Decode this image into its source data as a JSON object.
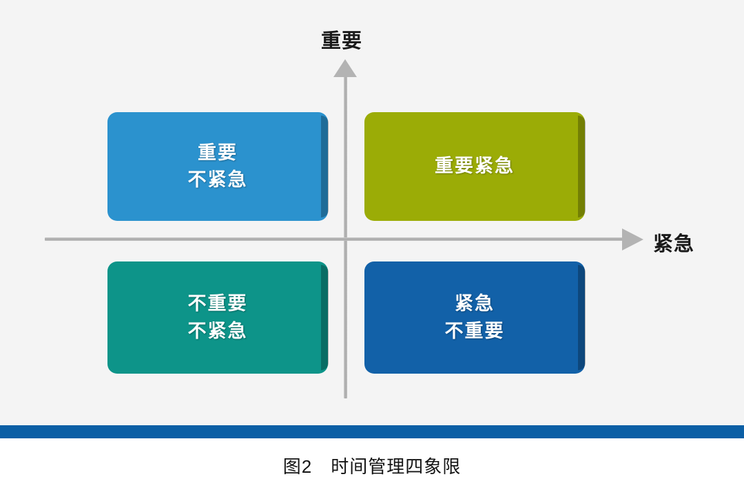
{
  "figure": {
    "caption": "图2　时间管理四象限",
    "background_color": "#f4f4f4",
    "accent_band_color": "#0b5fa5"
  },
  "axes": {
    "vertical": {
      "label": "重要",
      "direction": "up",
      "color": "#b3b3b3"
    },
    "horizontal": {
      "label": "紧急",
      "direction": "right",
      "color": "#b3b3b3"
    }
  },
  "chart_data": {
    "type": "diagram",
    "title": "图2　时间管理四象限",
    "xlabel": "紧急",
    "ylabel": "重要",
    "quadrants": [
      {
        "position": "top-left",
        "lines": [
          "重要",
          "不紧急"
        ],
        "line1": "重要",
        "line2": "不紧急",
        "color": "#2b92ce",
        "urgent": false,
        "important": true
      },
      {
        "position": "top-right",
        "lines": [
          "重要紧急"
        ],
        "line1": "重要紧急",
        "line2": "",
        "color": "#9bac06",
        "urgent": true,
        "important": true
      },
      {
        "position": "bottom-left",
        "lines": [
          "不重要",
          "不紧急"
        ],
        "line1": "不重要",
        "line2": "不紧急",
        "color": "#0d9489",
        "urgent": false,
        "important": false
      },
      {
        "position": "bottom-right",
        "lines": [
          "紧急",
          "不重要"
        ],
        "line1": "紧急",
        "line2": "不重要",
        "color": "#1261a8",
        "urgent": true,
        "important": false
      }
    ]
  }
}
